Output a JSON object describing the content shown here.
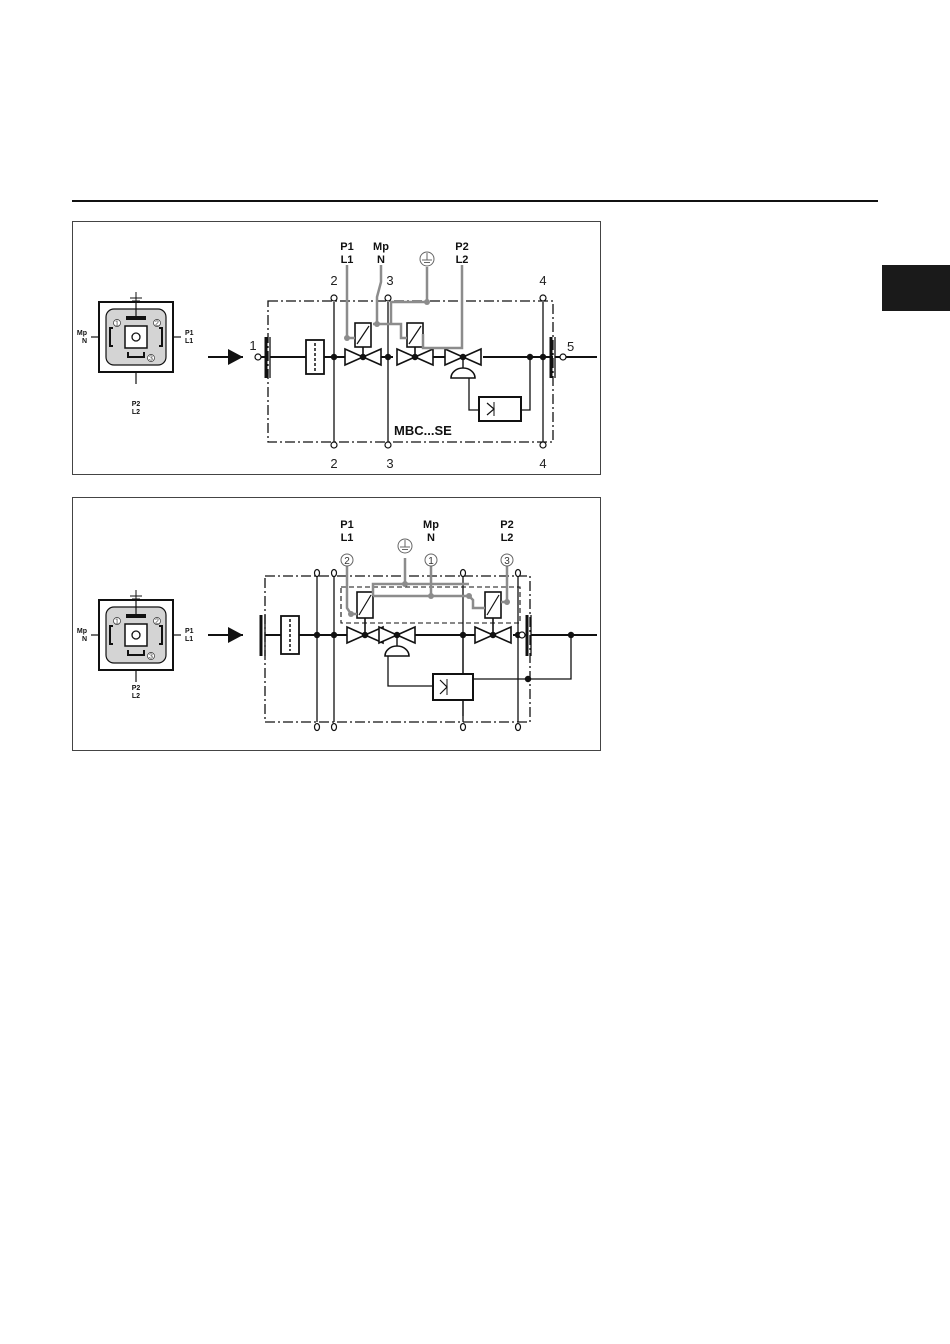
{
  "diagram1": {
    "connector": {
      "ground": "⏚",
      "left_top": "Mp",
      "left_bottom": "N",
      "right_top": "P1",
      "right_bottom": "L1",
      "bottom_top": "P2",
      "bottom_bottom": "L2",
      "pin1": "1",
      "pin2": "2",
      "pin3": "3"
    },
    "wires": {
      "p1": "P1",
      "l1": "L1",
      "mp": "Mp",
      "n": "N",
      "p2": "P2",
      "l2": "L2"
    },
    "ports": {
      "in": "1",
      "out": "5",
      "top_2": "2",
      "top_3": "3",
      "top_4": "4",
      "bot_2": "2",
      "bot_3": "3",
      "bot_4": "4"
    },
    "model": "MBC...SE"
  },
  "diagram2": {
    "connector": {
      "ground": "⏚",
      "left_top": "Mp",
      "left_bottom": "N",
      "right_top": "P1",
      "right_bottom": "L1",
      "bottom_top": "P2",
      "bottom_bottom": "L2",
      "pin1": "1",
      "pin2": "2",
      "pin3": "3"
    },
    "wires": {
      "p1": "P1",
      "l1": "L1",
      "mp": "Mp",
      "n": "N",
      "p2": "P2",
      "l2": "L2",
      "pin_l1": "2",
      "pin_n": "1",
      "pin_l2": "3"
    }
  },
  "colors": {
    "line": "#111111",
    "signal": "#8c8c8c",
    "tab": "#1a1a1a"
  }
}
